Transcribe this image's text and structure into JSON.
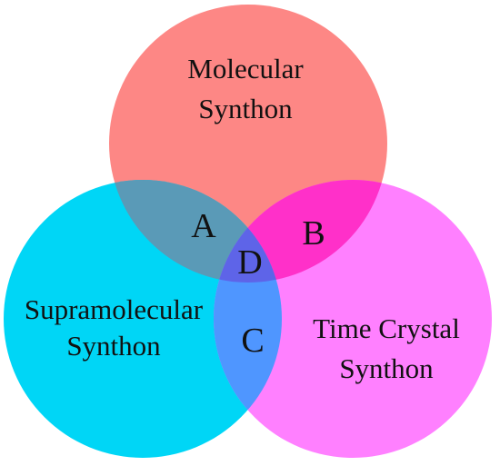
{
  "sets": [
    {
      "id": "molecular",
      "lines": [
        "Molecular",
        "Synthon"
      ],
      "color": "#fd8785"
    },
    {
      "id": "supramolecular",
      "lines": [
        "Supramolecular",
        "Synthon"
      ],
      "color": "#00d6f6"
    },
    {
      "id": "time-crystal",
      "lines": [
        "Time Crystal",
        "Synthon"
      ],
      "color": "#ff80ff"
    }
  ],
  "regions": {
    "A": {
      "label": "A",
      "color": "#5a9ab7"
    },
    "B": {
      "label": "B",
      "color": "#ff30c9"
    },
    "C": {
      "label": "C",
      "color": "#4f96ff"
    },
    "D": {
      "label": "D",
      "color": "#5e64e8"
    }
  }
}
